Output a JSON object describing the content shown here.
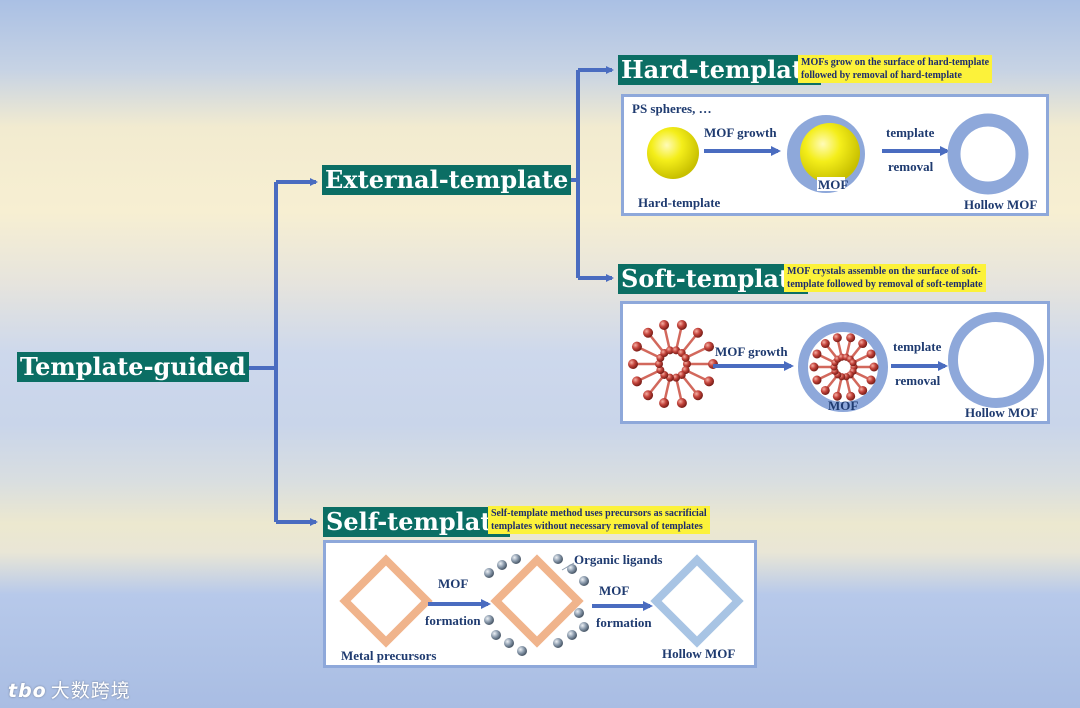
{
  "colors": {
    "node_bg": "#0b6e64",
    "note_bg": "#fcf23a",
    "arrow": "#4a6cc0",
    "panel_border": "#8ea8da",
    "sphere": "#f0ea10",
    "shell": "#8ea8da",
    "diamond_precursor": "#f0b48c",
    "diamond_hollow": "#a8c4e4",
    "ball_red": "#c4443c",
    "ball_grey": "#8a9aac"
  },
  "nodes": {
    "root": "Template-guided",
    "external": "External-template",
    "hard": "Hard-template",
    "soft": "Soft-template",
    "self": "Self-template"
  },
  "notes": {
    "hard_1": "MOFs grow on the surface of hard-template",
    "hard_2": "followed by removal of hard-template",
    "soft_1": "MOF crystals assemble on the surface of soft-",
    "soft_2": "template followed by removal of soft-template",
    "self_1": "Self-template method uses precursors as sacrificial",
    "self_2": "templates without necessary removal of templates"
  },
  "hard_panel": {
    "ps": "PS spheres, …",
    "growth": "MOF growth",
    "removal_1": "template",
    "removal_2": "removal",
    "hard_label": "Hard-template",
    "mof": "MOF",
    "hollow": "Hollow MOF"
  },
  "soft_panel": {
    "growth": "MOF growth",
    "removal_1": "template",
    "removal_2": "removal",
    "mof": "MOF",
    "hollow": "Hollow MOF"
  },
  "self_panel": {
    "ligands": "Organic ligands",
    "formation_1_a": "MOF",
    "formation_1_b": "formation",
    "formation_2_a": "MOF",
    "formation_2_b": "formation",
    "metal": "Metal precursors",
    "hollow": "Hollow MOF"
  },
  "watermark": {
    "logo": "tbo",
    "text": "大数跨境"
  }
}
